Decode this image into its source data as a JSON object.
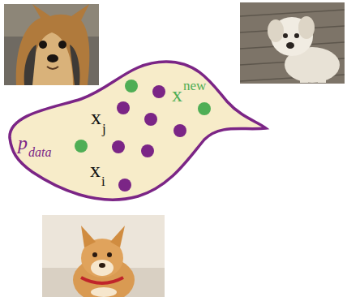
{
  "diagram": {
    "nodes": [
      {
        "text": [
          "p",
          "data"
        ]
      }
    ],
    "labels": [
      "x",
      "new",
      "x",
      "j",
      "x",
      "i"
    ]
  }
}
